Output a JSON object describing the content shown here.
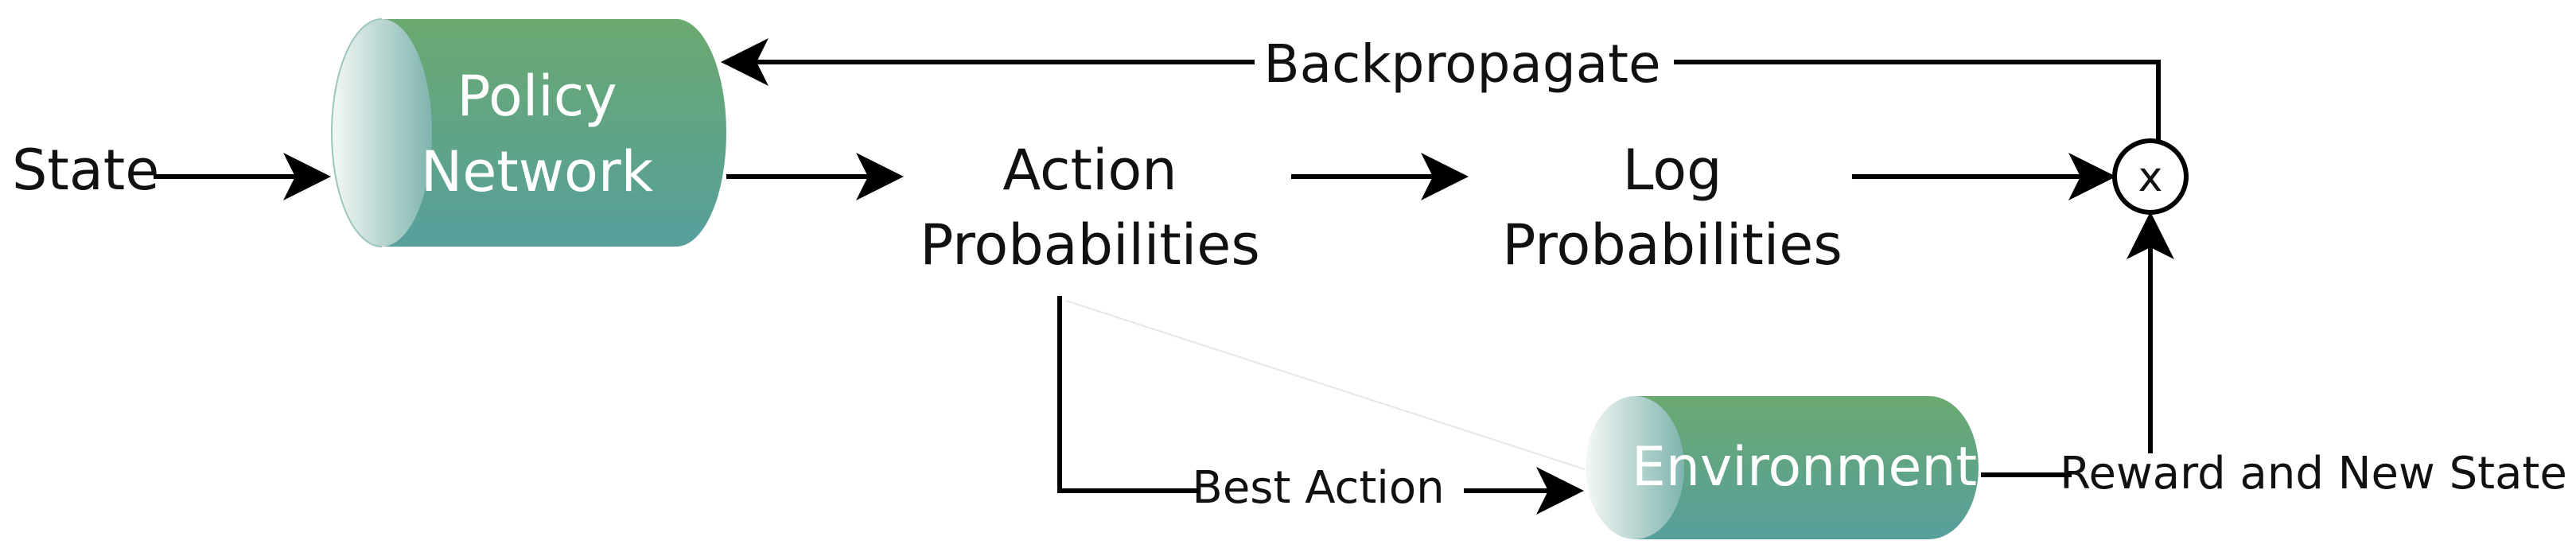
{
  "colors": {
    "node_fill_top": "#6aa96f",
    "node_fill_bottom": "#579f9d",
    "node_cap_light": "#f4f8f6",
    "node_cap_dark": "#7fb4ae",
    "line": "#000000",
    "node_text": "#ffffff",
    "label_text": "#111111"
  },
  "nodes": {
    "policy_network": {
      "line1": "Policy",
      "line2": "Network"
    },
    "environment": {
      "label": "Environment"
    }
  },
  "labels": {
    "state": "State",
    "action_probabilities": {
      "line1": "Action",
      "line2": "Probabilities"
    },
    "log_probabilities": {
      "line1": "Log",
      "line2": "Probabilities"
    },
    "multiply_symbol": "x",
    "backpropagate": "Backpropagate",
    "best_action": "Best Action",
    "reward_and_new_state": "Reward and New State"
  }
}
